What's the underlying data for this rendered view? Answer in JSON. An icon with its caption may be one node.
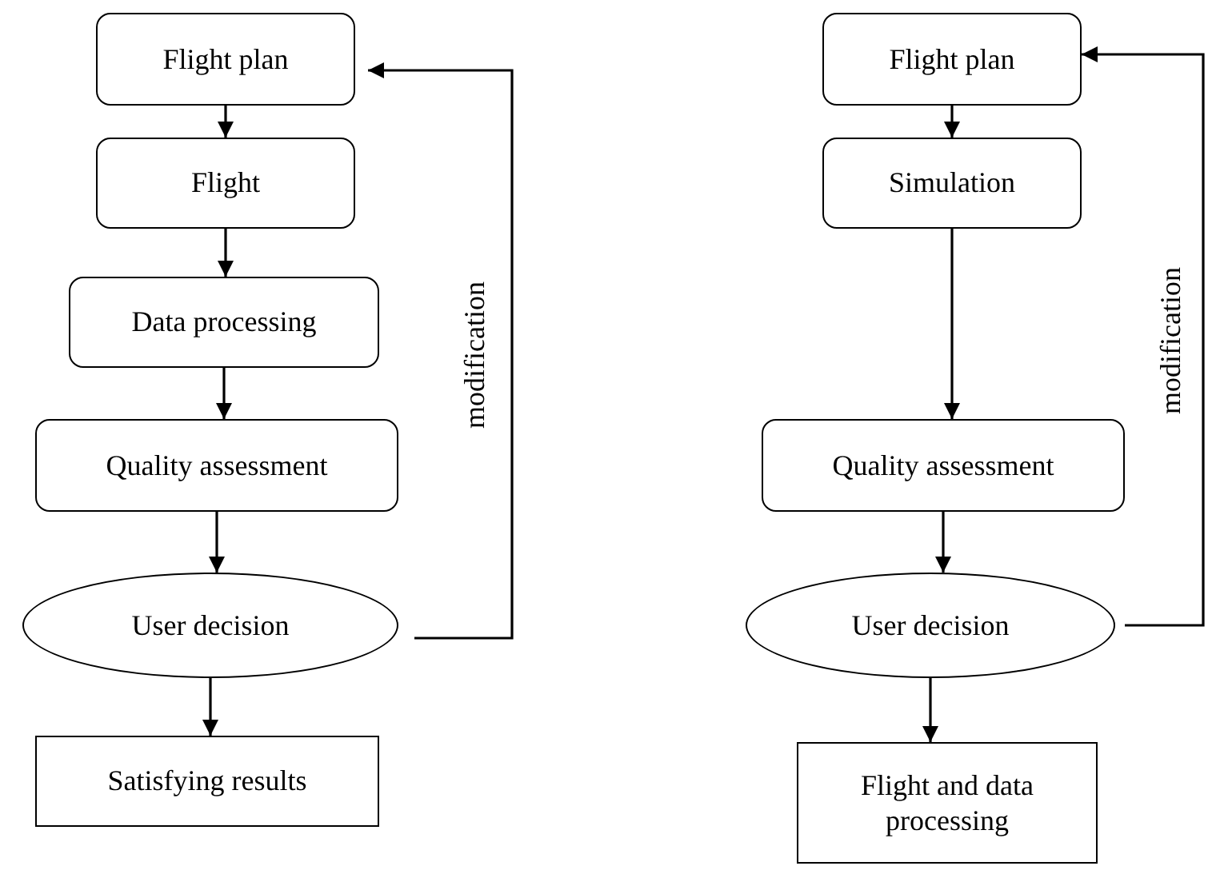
{
  "diagram": {
    "nodes": [
      {
        "text": [
          "Flight plan"
        ]
      },
      {
        "text": [
          "Flight"
        ]
      },
      {
        "text": [
          "Data processing"
        ]
      },
      {
        "text": [
          "Quality assessment"
        ]
      },
      {
        "text": [
          "User decision"
        ]
      },
      {
        "text": [
          "Satisfying results"
        ]
      },
      {
        "text": [
          "Flight plan"
        ]
      },
      {
        "text": [
          "Simulation"
        ]
      },
      {
        "text": [
          "Quality assessment"
        ]
      },
      {
        "text": [
          "User decision"
        ]
      },
      {
        "text": [
          "Flight and data processing"
        ]
      }
    ],
    "edges": [
      {
        "from": 0,
        "to": 1,
        "arrow": "to"
      },
      {
        "from": 1,
        "to": 2,
        "arrow": "to"
      },
      {
        "from": 2,
        "to": 3,
        "arrow": "to"
      },
      {
        "from": 3,
        "to": 4,
        "arrow": "to"
      },
      {
        "from": 4,
        "to": 5,
        "arrow": "to"
      },
      {
        "from": 4,
        "to": 0,
        "arrow": "to",
        "label": "modification"
      },
      {
        "from": 6,
        "to": 7,
        "arrow": "to"
      },
      {
        "from": 7,
        "to": 8,
        "arrow": "to"
      },
      {
        "from": 8,
        "to": 9,
        "arrow": "to"
      },
      {
        "from": 9,
        "to": 10,
        "arrow": "to"
      },
      {
        "from": 9,
        "to": 6,
        "arrow": "to",
        "label": "modification"
      }
    ]
  }
}
